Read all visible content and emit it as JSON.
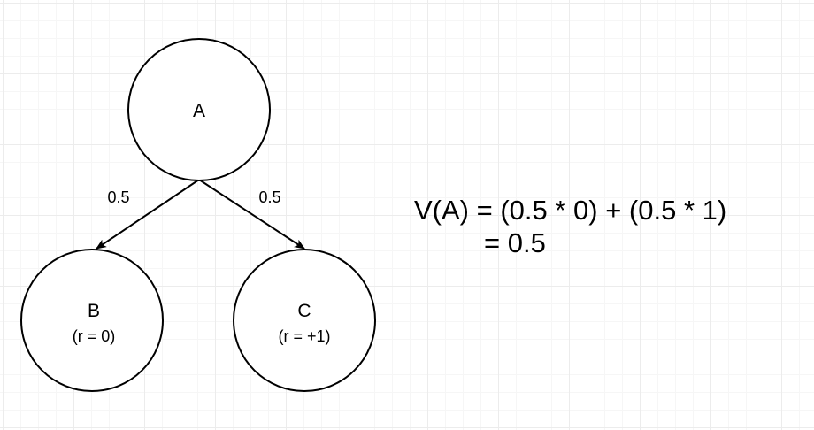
{
  "nodes": {
    "a": {
      "label": "A"
    },
    "b": {
      "label": "B",
      "reward": "(r = 0)"
    },
    "c": {
      "label": "C",
      "reward": "(r = +1)"
    }
  },
  "edges": {
    "a_to_b": {
      "probability": "0.5"
    },
    "a_to_c": {
      "probability": "0.5"
    }
  },
  "formula": {
    "line1": "V(A) = (0.5 * 0) + (0.5 * 1)",
    "line2": "= 0.5"
  }
}
